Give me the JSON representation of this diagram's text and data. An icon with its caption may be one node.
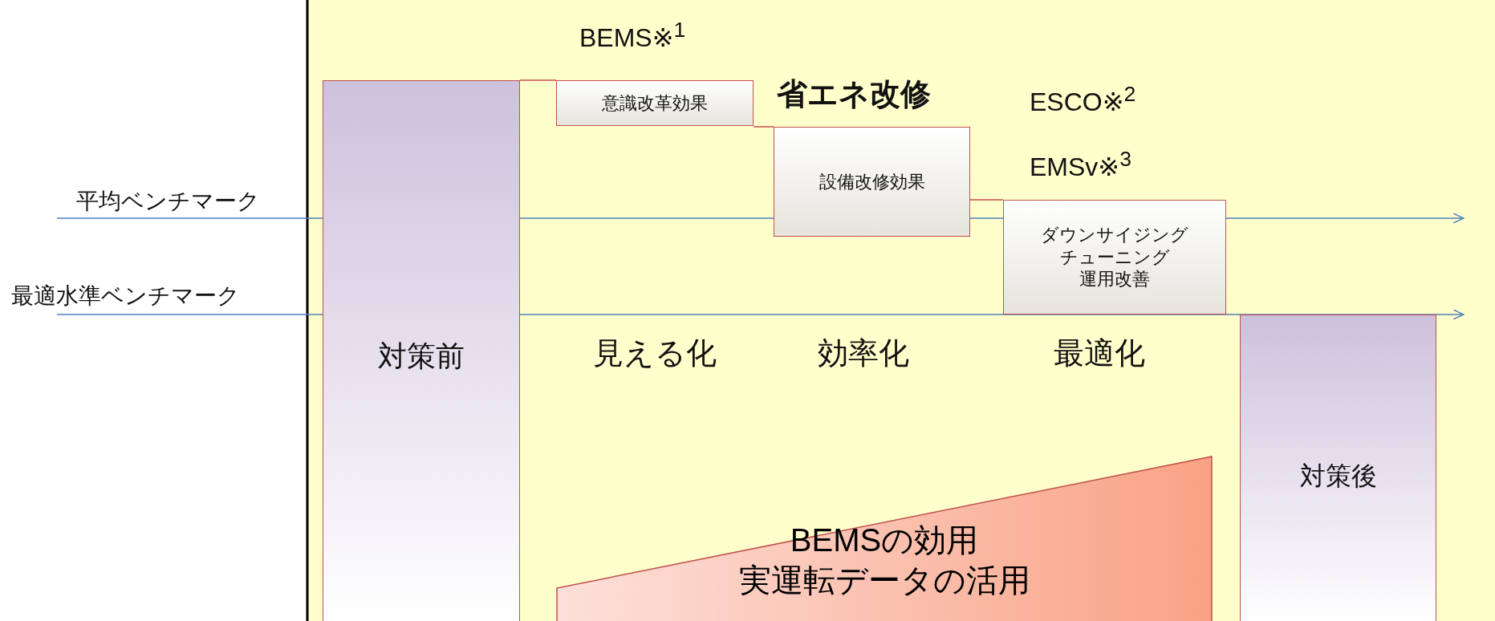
{
  "diagram": {
    "nodes": [
      {
        "text": [
          "対策前"
        ]
      },
      {
        "text": [
          "意識改革効果"
        ]
      },
      {
        "text": [
          "設備改修効果"
        ]
      },
      {
        "text": [
          "ダウンサイジング",
          "チューニング",
          "運用改善"
        ]
      },
      {
        "text": [
          "対策後"
        ]
      },
      {
        "text": [
          "BEMSの効用",
          "実運転データの活用"
        ]
      }
    ],
    "edges": [
      {
        "from": 0,
        "to": 1,
        "arrow": "none",
        "color": "#c0504d"
      },
      {
        "from": 1,
        "to": 2,
        "arrow": "none",
        "color": "#c0504d"
      },
      {
        "from": 2,
        "to": 3,
        "arrow": "none",
        "color": "#c0504d"
      }
    ],
    "labels": [
      "BEMS※$^{1}$",
      "省エネ改修",
      "ESCO※$^{2}$",
      "EMSv※$^{3}$",
      "平均ベンチマーク",
      "最適水準ベンチマーク",
      "見える化",
      "効率化",
      "最適化"
    ]
  }
}
